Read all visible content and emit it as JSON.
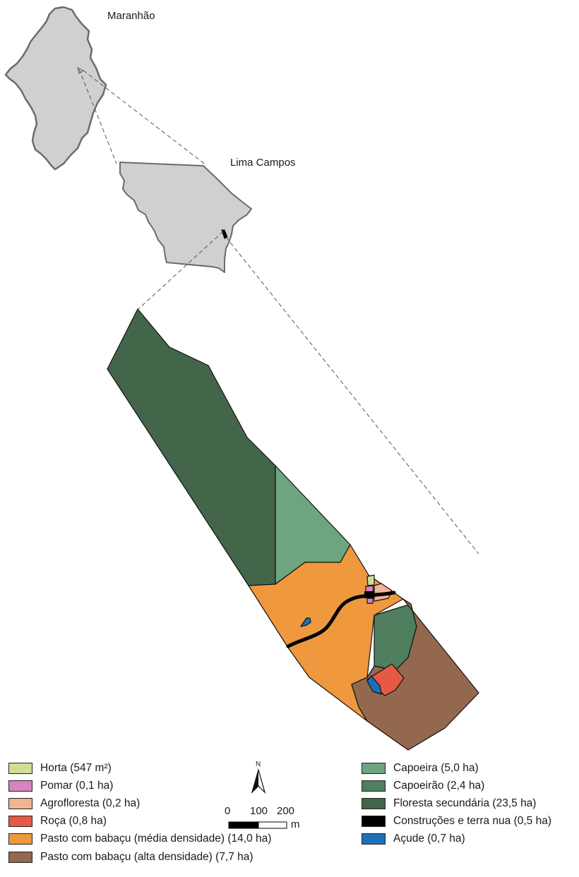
{
  "labels": {
    "state": "Maranhão",
    "municipality": "Lima Campos"
  },
  "colors": {
    "horta": "#d3dd95",
    "pomar": "#d884c0",
    "agrofloresta": "#f0b494",
    "roca": "#e65a45",
    "pasto_media": "#ef983d",
    "pasto_alta": "#93684f",
    "capoeira": "#6ea57e",
    "capoeirao": "#4f7f5e",
    "floresta": "#43664b",
    "construcoes": "#000000",
    "acude": "#1f6fb8",
    "locator_fill": "#cfd0d2",
    "locator_stroke": "#6b6b6b"
  },
  "legend": {
    "left": [
      {
        "label": "Horta (547 m²)",
        "color_key": "horta"
      },
      {
        "label": "Pomar (0,1 ha)",
        "color_key": "pomar"
      },
      {
        "label": "Agrofloresta (0,2 ha)",
        "color_key": "agrofloresta"
      },
      {
        "label": "Roça (0,8 ha)",
        "color_key": "roca"
      },
      {
        "label": "Pasto com babaçu (média densidade) (14,0 ha)",
        "color_key": "pasto_media"
      },
      {
        "label": "Pasto com babaçu (alta densidade) (7,7 ha)",
        "color_key": "pasto_alta"
      }
    ],
    "right": [
      {
        "label": "Capoeira (5,0 ha)",
        "color_key": "capoeira"
      },
      {
        "label": "Capoeirão (2,4 ha)",
        "color_key": "capoeirao"
      },
      {
        "label": "Floresta secundária (23,5 ha)",
        "color_key": "floresta"
      },
      {
        "label": "Construções e terra nua (0,5 ha)",
        "color_key": "construcoes"
      },
      {
        "label": "Açude (0,7 ha)",
        "color_key": "acude"
      }
    ]
  },
  "north": {
    "letter": "N"
  },
  "scale": {
    "ticks": [
      "0",
      "100",
      "200"
    ],
    "unit": "m"
  }
}
